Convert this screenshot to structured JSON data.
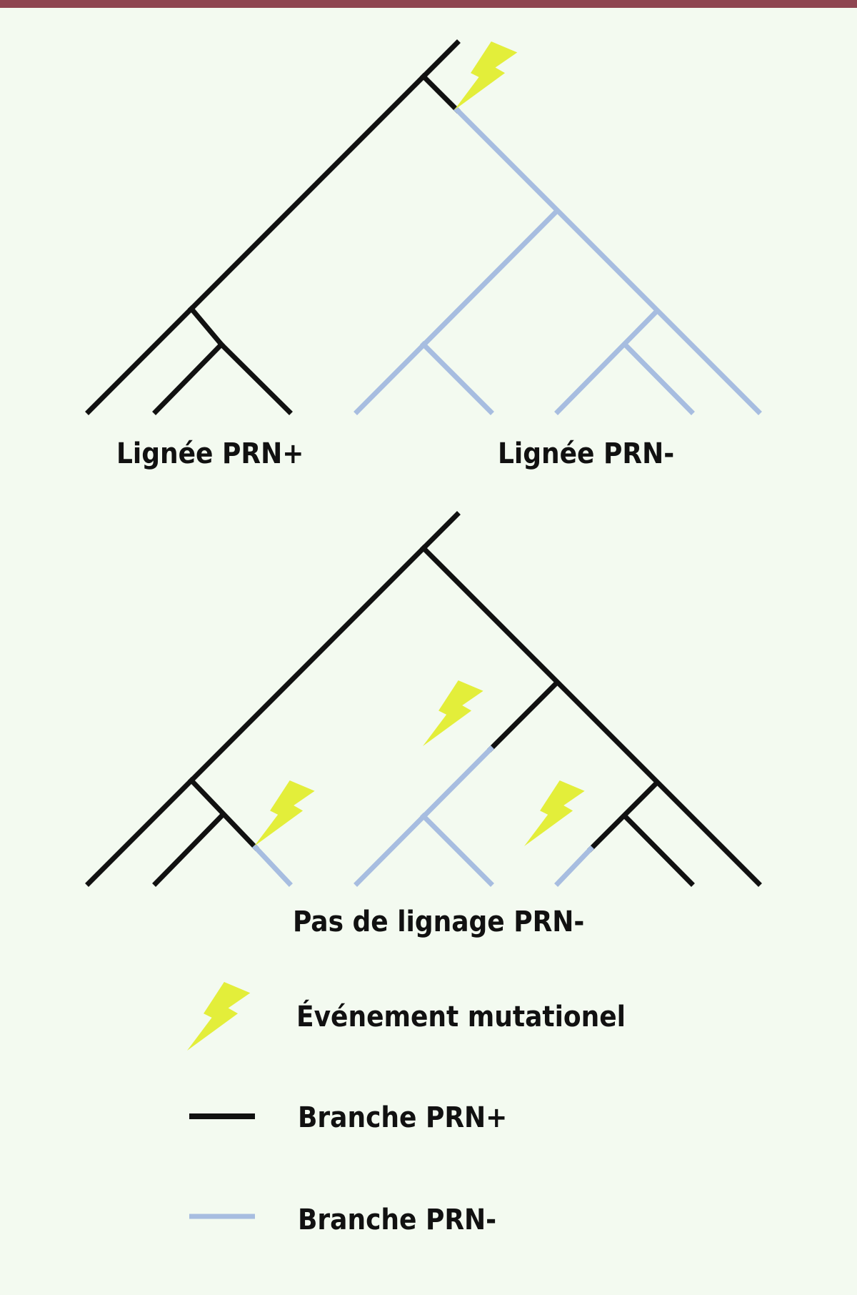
{
  "colors": {
    "background": "#f3faf0",
    "top_bar": "#8e4550",
    "prn_plus_branch": "#111111",
    "prn_minus_branch": "#a7bde0",
    "mutation_bolt": "#e3ee3a"
  },
  "tree_top": {
    "label_left": "Lignée PRN+",
    "label_right": "Lignée PRN-"
  },
  "tree_bottom": {
    "caption": "Pas de lignage PRN-"
  },
  "legend": {
    "items": [
      {
        "icon": "lightning-bolt-icon",
        "label": "Événement mutationel"
      },
      {
        "icon": "black-line",
        "label": "Branche PRN+"
      },
      {
        "icon": "blue-line",
        "label": "Branche PRN-"
      }
    ]
  }
}
